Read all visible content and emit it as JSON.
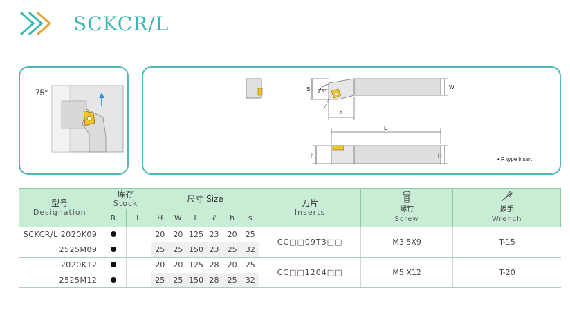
{
  "header": {
    "title": "SCKCR/L"
  },
  "diagram": {
    "angle_left": "75°",
    "angle_right": "75°",
    "dim_s": "S",
    "dim_w": "W",
    "dim_l_small": "ℓ",
    "dim_L": "L",
    "dim_h": "h",
    "dim_H": "H",
    "note": "• R type insert"
  },
  "table": {
    "designation_cn": "型号",
    "designation_en": "Designation",
    "stock_cn": "库存",
    "stock_en": "Stock",
    "size_label": "尺寸 Size",
    "inserts_cn": "刀片",
    "inserts_en": "Inserts",
    "screw_cn": "螺钉",
    "screw_en": "Screw",
    "wrench_cn": "扳手",
    "wrench_en": "Wrench",
    "sub": {
      "R": "R",
      "L": "L",
      "H": "H",
      "W": "W",
      "Lbig": "L",
      "l": "ℓ",
      "h": "h",
      "s": "s"
    },
    "rows": [
      {
        "designation": "SCKCR/L 2020K09",
        "R": "●",
        "L": "",
        "H": "20",
        "W": "20",
        "Lbig": "125",
        "l": "23",
        "h": "20",
        "s": "25"
      },
      {
        "designation": "2525M09",
        "R": "●",
        "L": "",
        "H": "25",
        "W": "25",
        "Lbig": "150",
        "l": "23",
        "h": "25",
        "s": "32"
      },
      {
        "designation": "2020K12",
        "R": "●",
        "L": "",
        "H": "20",
        "W": "20",
        "Lbig": "125",
        "l": "28",
        "h": "20",
        "s": "25"
      },
      {
        "designation": "2525M12",
        "R": "●",
        "L": "",
        "H": "25",
        "W": "25",
        "Lbig": "150",
        "l": "28",
        "h": "25",
        "s": "32"
      }
    ],
    "groups": [
      {
        "inserts": "CC□□09T3□□",
        "screw": "M3.5X9",
        "wrench": "T-15"
      },
      {
        "inserts": "CC□□1204□□",
        "screw": "M5 X12",
        "wrench": "T-20"
      }
    ]
  }
}
